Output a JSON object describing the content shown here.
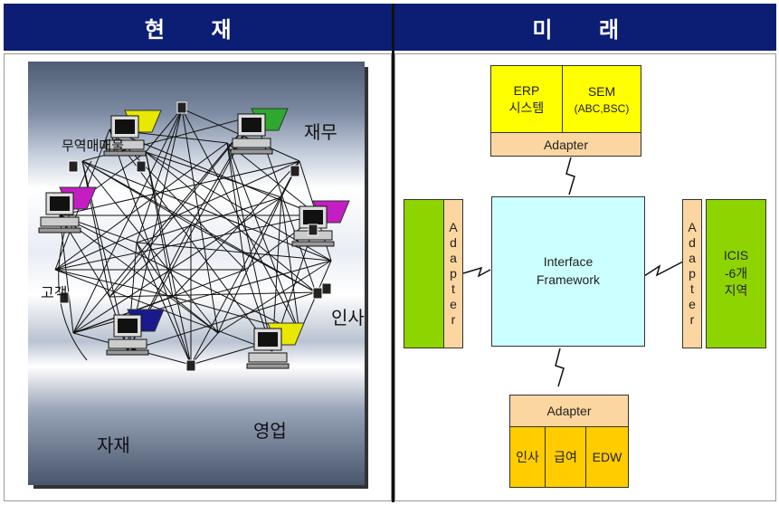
{
  "headers": {
    "left": "현 재",
    "right": "미 래"
  },
  "current": {
    "labels": {
      "finance": "재무",
      "customer": "고객",
      "hr": "인사",
      "material": "자재",
      "sales": "영업",
      "top_left": "무역매매물"
    }
  },
  "future": {
    "erp": "ERP\n시스템",
    "sem_title": "SEM",
    "sem_sub": "(ABC,BSC)",
    "top_adapter": "Adapter",
    "left_adapter": "Adapter",
    "right_adapter": "Adapter",
    "bottom_adapter": "Adapter",
    "interface_framework": "Interface\nFramework",
    "icis": "ICIS\n-6개\n지역",
    "bottom_items": [
      "인사",
      "급여",
      "EDW"
    ]
  },
  "colors": {
    "header": "#0b1e73",
    "erp": "#ffff00",
    "adapter": "#fcd6a0",
    "framework": "#ccffff",
    "side_green": "#8ed400",
    "bottom_gold": "#ffcc00"
  }
}
